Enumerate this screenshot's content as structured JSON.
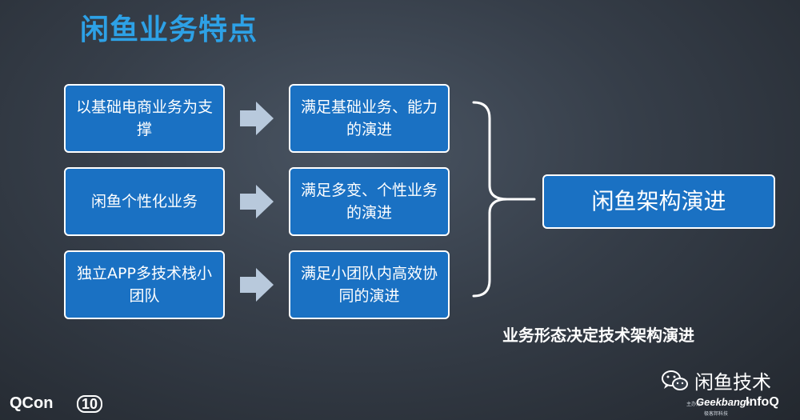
{
  "title": "闲鱼业务特点",
  "left_boxes": [
    {
      "line1": "以基础电商业务为支",
      "line2": "撑"
    },
    {
      "line1": "闲鱼个性化业务",
      "line2": ""
    },
    {
      "line1": "独立APP多技术栈小",
      "line2": "团队"
    }
  ],
  "mid_boxes": [
    {
      "line1": "满足基础业务、能力",
      "line2": "的演进"
    },
    {
      "line1": "满足多变、个性业务",
      "line2": "的演进"
    },
    {
      "line1": "满足小团队内高效协",
      "line2": "同的演进"
    }
  ],
  "result_box": "闲鱼架构演进",
  "summary": "业务形态决定技术架构演进",
  "footer": {
    "wechat_account": "闲鱼技术",
    "qcon_logo": "QCon",
    "qcon_ten": "10",
    "sponsor": "主办方",
    "geekbang": "Geekbang›.",
    "geekbang_sub": "极客邦科技",
    "infoq": "InfoQ"
  },
  "colors": {
    "title": "#2da1e6",
    "box_fill": "#1a71c3",
    "box_border": "#ffffff",
    "arrow": "#b8c9dc",
    "text": "#ffffff"
  },
  "icons": [
    "right-arrow-icon",
    "right-brace-icon",
    "wechat-icon"
  ]
}
